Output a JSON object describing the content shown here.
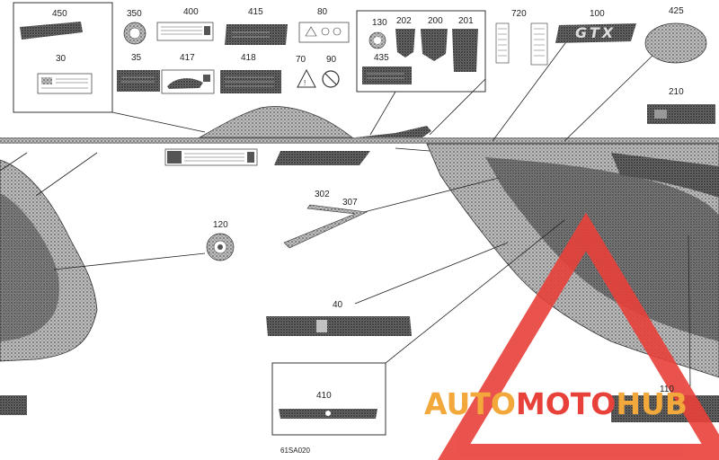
{
  "diagram": {
    "drawing_code": "61SA020",
    "callouts": {
      "c450": "450",
      "c350": "350",
      "c400": "400",
      "c415": "415",
      "c80": "80",
      "c130": "130",
      "c202": "202",
      "c200": "200",
      "c201": "201",
      "c720": "720",
      "c100": "100",
      "c425": "425",
      "c30": "30",
      "c35": "35",
      "c417": "417",
      "c418": "418",
      "c70": "70",
      "c90": "90",
      "c435": "435",
      "c210": "210",
      "c302": "302",
      "c307": "307",
      "c120": "120",
      "c40": "40",
      "c410": "410",
      "c110": "110"
    },
    "decals": {
      "gtx": "GTX"
    }
  },
  "watermark": {
    "part1": "AUTO",
    "part2": "MOTO",
    "part3": "HUB",
    "color_red": "#e8413a",
    "color_orange": "#f2a83a"
  }
}
